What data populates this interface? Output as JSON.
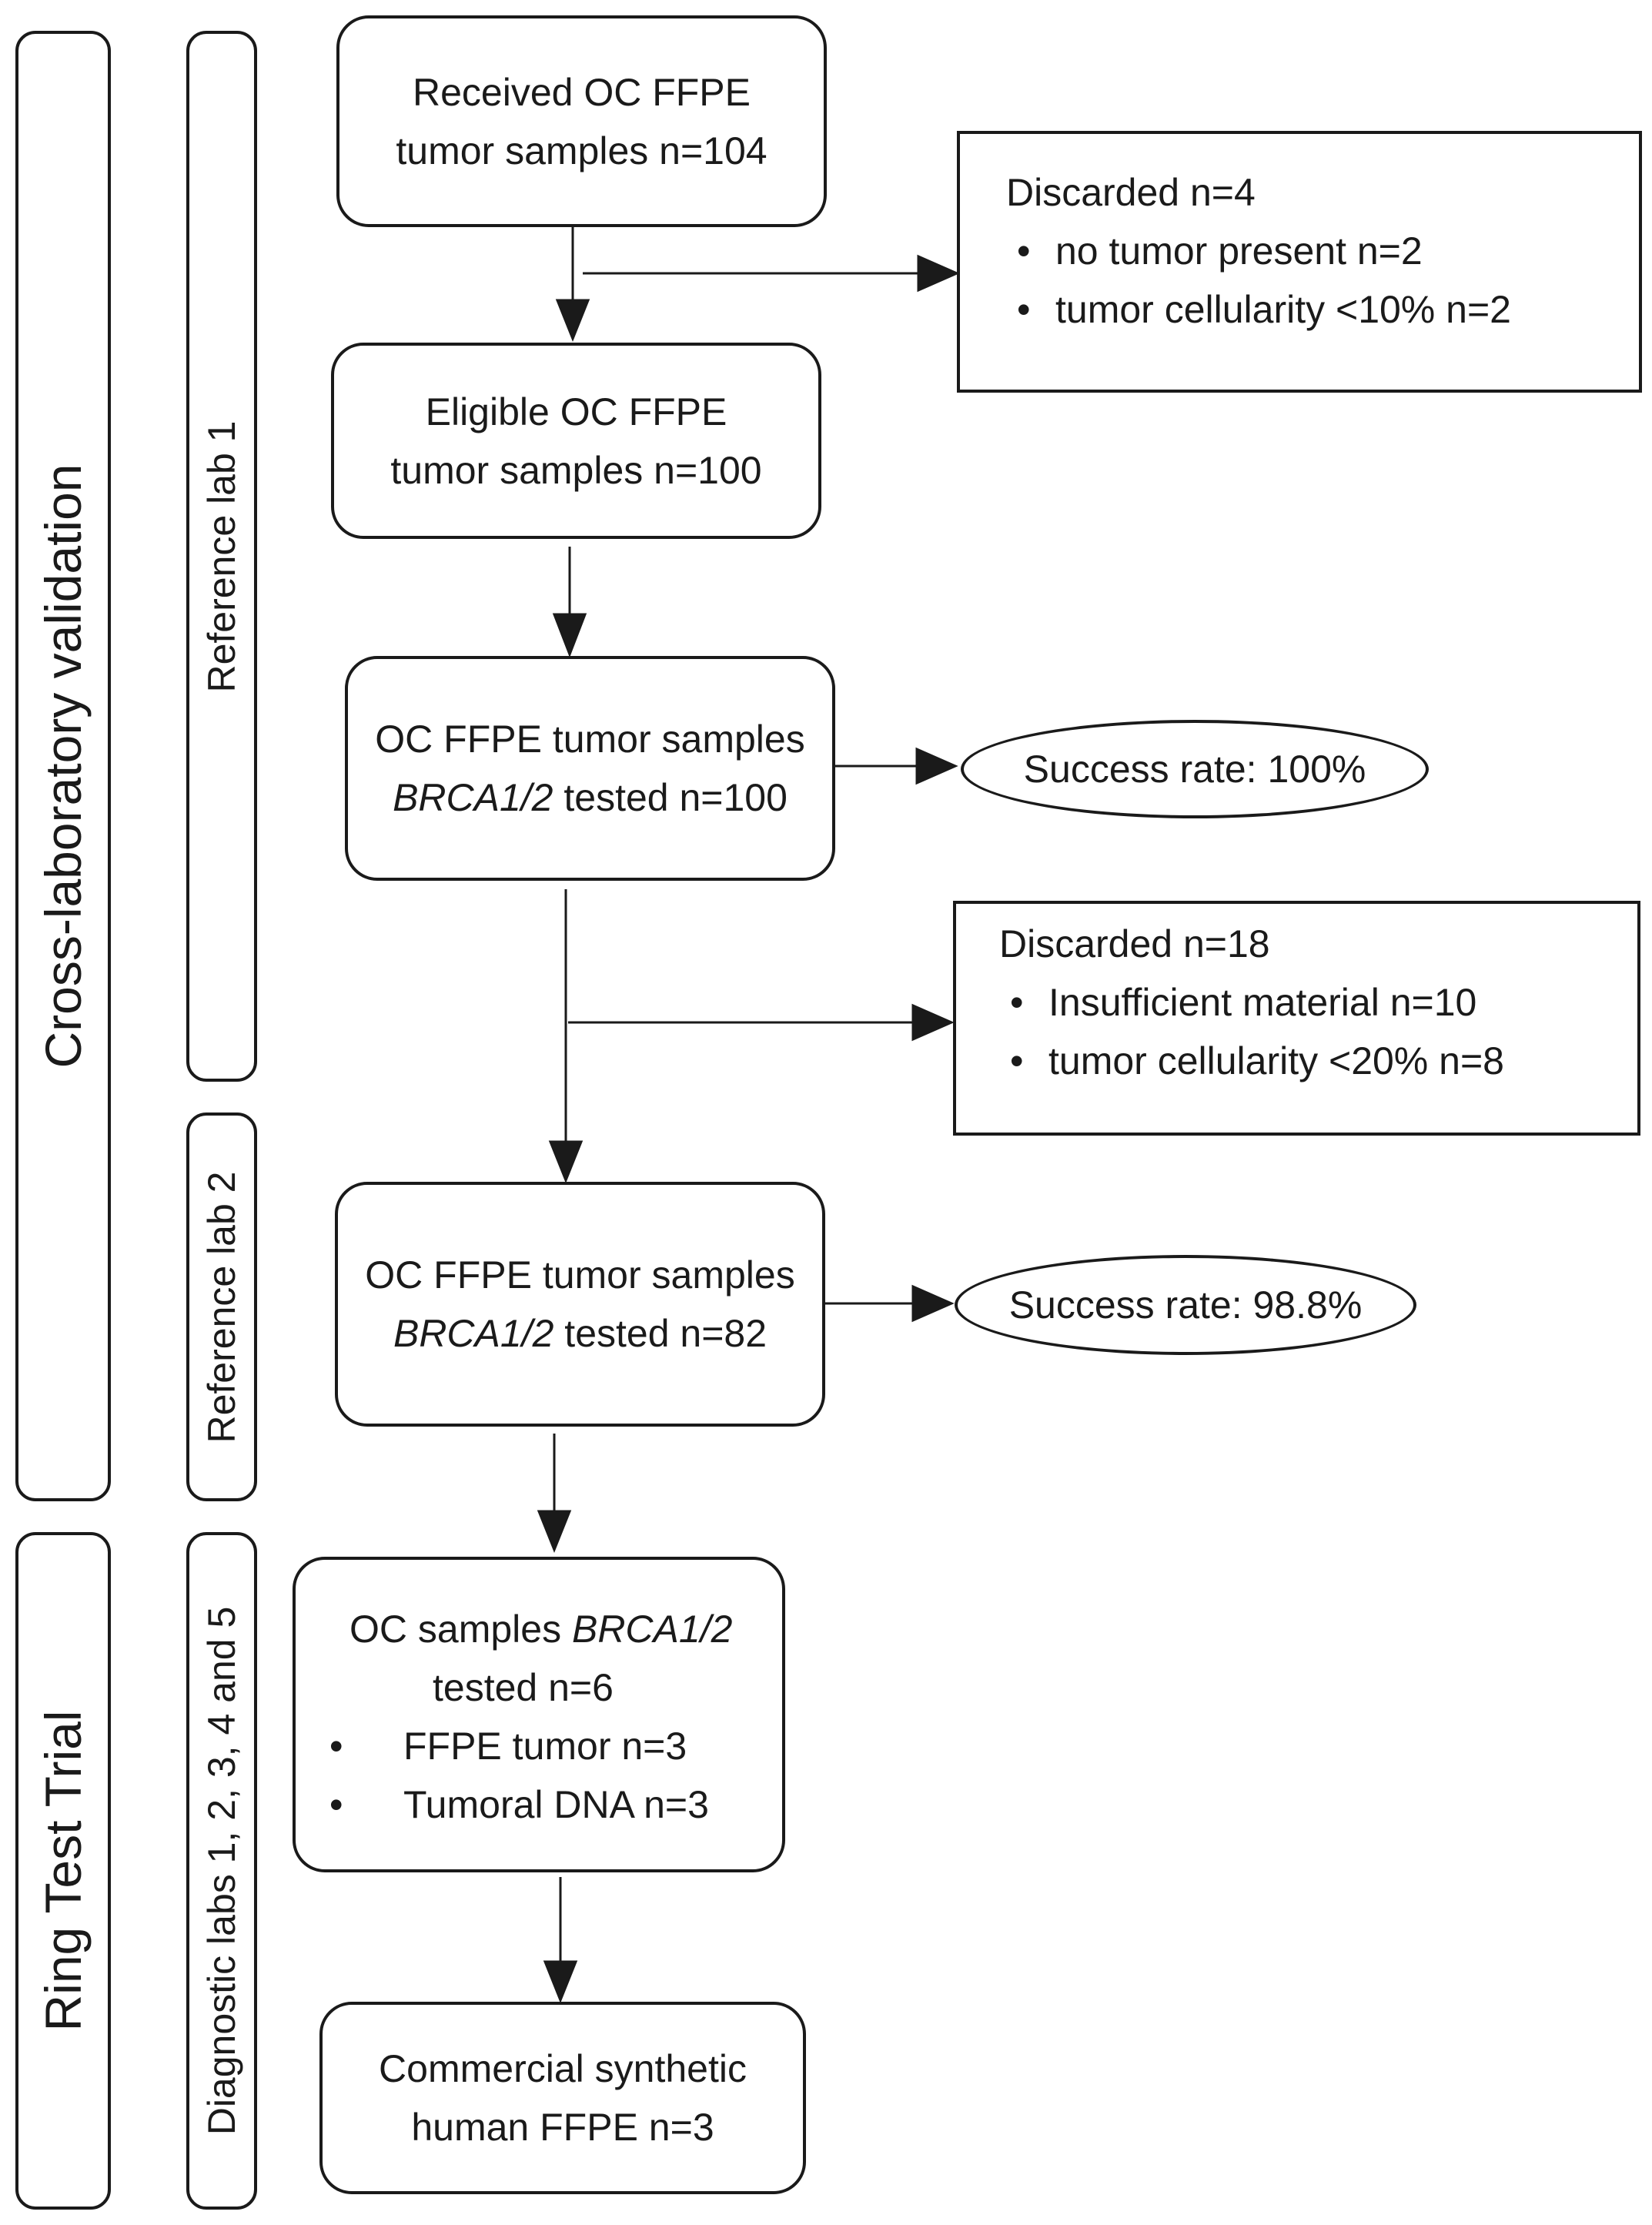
{
  "phases": {
    "cross_lab": "Cross-laboratory validation",
    "ring_test": "Ring Test Trial"
  },
  "labs": {
    "ref1": "Reference lab 1",
    "ref2": "Reference lab 2",
    "diag": "Diagnostic labs 1, 2, 3, 4 and 5"
  },
  "nodes": {
    "received": {
      "line1": "Received OC FFPE",
      "line2": "tumor samples n=104"
    },
    "discarded1": {
      "title": "Discarded n=4",
      "items": [
        "no tumor present n=2",
        "tumor cellularity <10% n=2"
      ]
    },
    "eligible": {
      "line1": "Eligible OC FFPE",
      "line2": "tumor samples n=100"
    },
    "tested1": {
      "line1": "OC FFPE tumor samples",
      "gene": "BRCA1/2",
      "rest": " tested n=100"
    },
    "success1": "Success rate: 100%",
    "discarded2": {
      "title": "Discarded n=18",
      "items": [
        "Insufficient material n=10",
        "tumor cellularity <20% n=8"
      ]
    },
    "tested2": {
      "line1": "OC FFPE tumor samples",
      "gene": "BRCA1/2",
      "rest": " tested n=82"
    },
    "success2": "Success rate: 98.8%",
    "ring": {
      "pre": "OC samples ",
      "gene": "BRCA1/2",
      "line2": "tested n=6",
      "items": [
        "FFPE tumor n=3",
        "Tumoral DNA n=3"
      ]
    },
    "commercial": {
      "line1": "Commercial synthetic",
      "line2": "human FFPE n=3"
    }
  }
}
